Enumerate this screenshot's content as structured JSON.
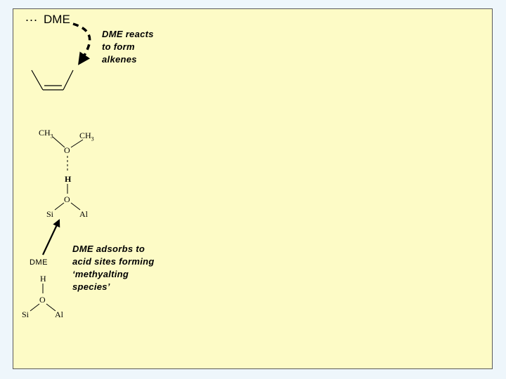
{
  "top": {
    "ellipsis": "...",
    "dme": "DME"
  },
  "notes": {
    "reacts": [
      "DME reacts",
      "to form",
      "alkenes"
    ],
    "adsorbs": [
      "DME adsorbs to",
      "acid sites forming",
      "‘methyalting",
      "species’"
    ]
  },
  "complex": {
    "ch3_left": "CH",
    "ch3_left_sub": "3",
    "ch3_right": "CH",
    "ch3_right_sub": "3",
    "o_top": "O",
    "h": "H",
    "o_bottom": "O",
    "si": "Si",
    "al": "Al"
  },
  "site": {
    "dme": "DME",
    "h": "H",
    "o": "O",
    "si": "Si",
    "al": "Al"
  },
  "colors": {
    "panel": "#fdfbc6",
    "background": "#eef6fb",
    "ink": "#000000"
  }
}
